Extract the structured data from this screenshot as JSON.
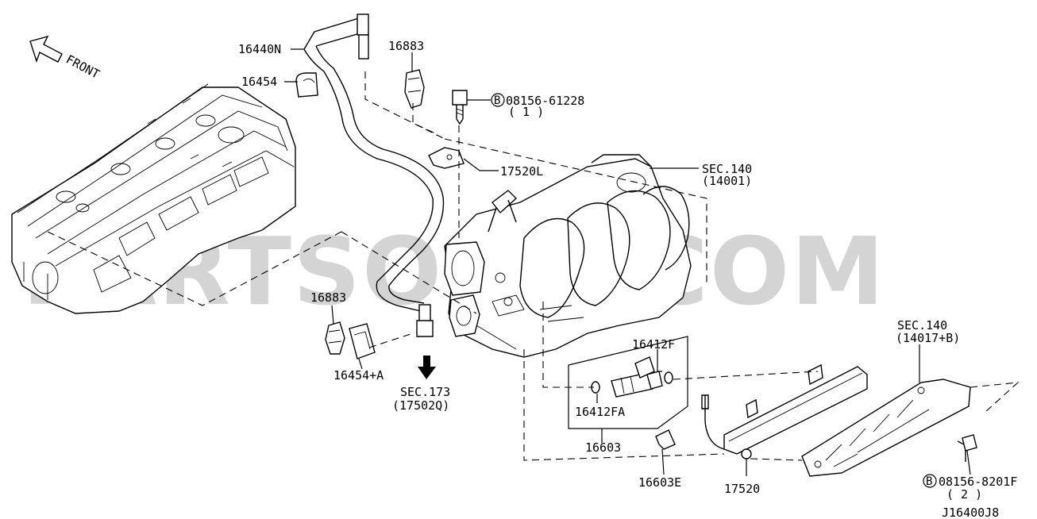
{
  "diagram": {
    "direction_label": "FRONT",
    "watermark": "PARTSOUQ.COM",
    "drawing_code": "J16400J8",
    "bolt_marker": "B",
    "labels": {
      "p16440N": "16440N",
      "p16454": "16454",
      "p16883_top": "16883",
      "bolt_top_part": "08156-61228",
      "bolt_top_qty": "( 1 )",
      "p17520L": "17520L",
      "sec140_intake": "SEC.140",
      "sec140_intake_ref": "(14001)",
      "p16883_lower": "16883",
      "p16454A": "16454+A",
      "sec173": "SEC.173",
      "sec173_ref": "(17502Q)",
      "p16412F": "16412F",
      "p16412FA": "16412FA",
      "p16603": "16603",
      "p16603E": "16603E",
      "p17520": "17520",
      "sec140_cover": "SEC.140",
      "sec140_cover_ref": "(14017+B)",
      "bolt_bottom_part": "08156-8201F",
      "bolt_bottom_qty": "( 2 )"
    }
  }
}
